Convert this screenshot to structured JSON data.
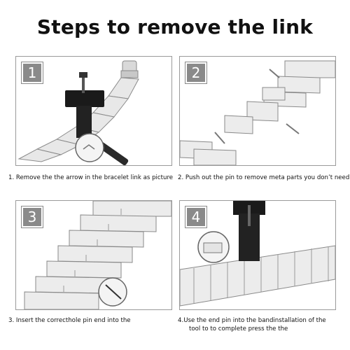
{
  "title": "Steps to remove the link",
  "steps": [
    {
      "number": "1",
      "caption": "1. Remove the the arrow in the bracelet link as picture"
    },
    {
      "number": "2",
      "caption": "2. Push out the pin to remove meta parts you don’t need"
    },
    {
      "number": "3",
      "caption": "3. Insert the correcthole  pin end      into the"
    },
    {
      "number": "4",
      "caption_line1": "4.Use the end pin into the bandinstallation of the",
      "caption_line2": "tool to to complete press the  the"
    }
  ]
}
